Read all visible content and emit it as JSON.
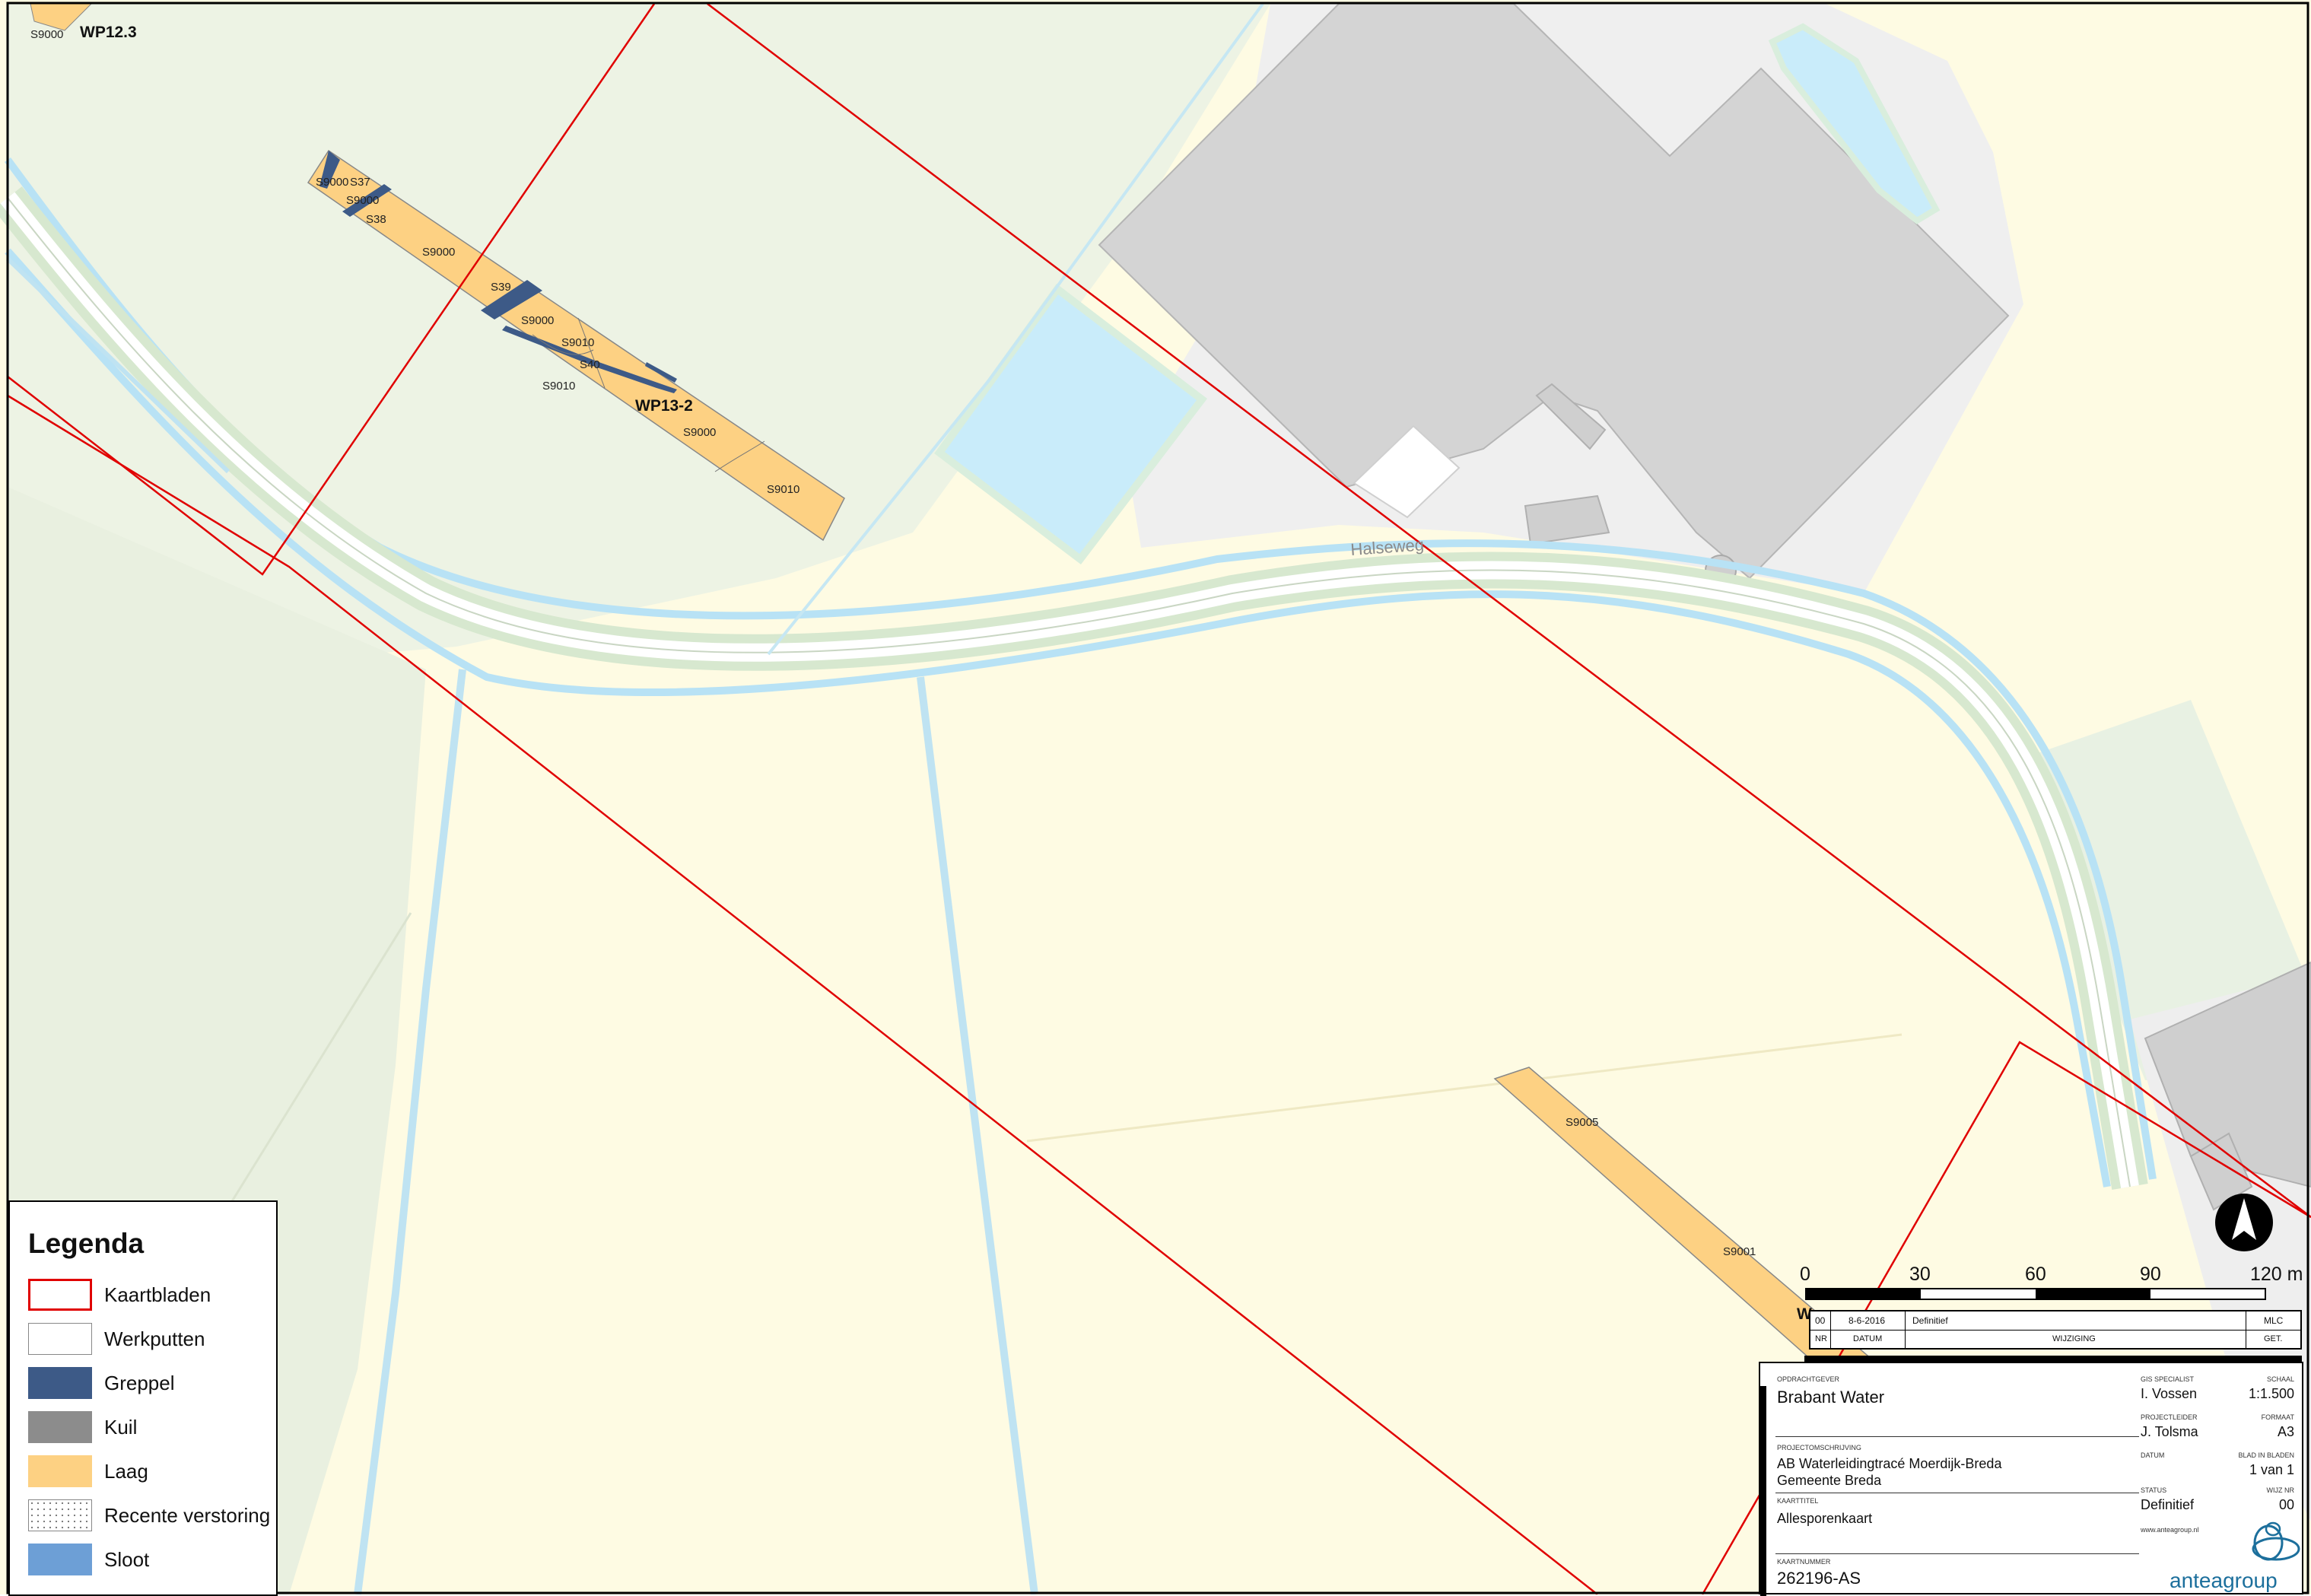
{
  "map": {
    "road_label": "Halseweg",
    "workpit_labels": [
      "WP12.3",
      "WP13-2",
      "W"
    ],
    "trace_labels": [
      "S9000",
      "S9000",
      "S37",
      "S9000",
      "S38",
      "S9000",
      "S39",
      "S9000",
      "S9010",
      "S40",
      "S9010",
      "S9000",
      "S9010",
      "S9005",
      "S9001"
    ]
  },
  "scale_bar": {
    "ticks": [
      "0",
      "30",
      "60",
      "90",
      "120 m"
    ]
  },
  "legend": {
    "title": "Legenda",
    "items": [
      {
        "label": "Kaartbladen",
        "fill": "#ffffff",
        "stroke": "#e00000"
      },
      {
        "label": "Werkputten",
        "fill": "#ffffff",
        "stroke": "#888888"
      },
      {
        "label": "Greppel",
        "fill": "#3d5a87",
        "stroke": "#3d5a87"
      },
      {
        "label": "Kuil",
        "fill": "#8c8c8c",
        "stroke": "#8c8c8c"
      },
      {
        "label": "Laag",
        "fill": "#fdd183",
        "stroke": "#fdd183"
      },
      {
        "label": "Recente verstoring",
        "fill": "dots",
        "stroke": "#888888"
      },
      {
        "label": "Sloot",
        "fill": "#6d9fd6",
        "stroke": "#6d9fd6"
      }
    ]
  },
  "revision": {
    "nr": "00",
    "datum": "8-6-2016",
    "wijziging": "Definitief",
    "get": "MLC",
    "headers": {
      "nr": "NR",
      "datum": "DATUM",
      "wijziging": "WIJZIGING",
      "get": "GET."
    }
  },
  "title_block": {
    "opdrachtgever_caption": "OPDRACHTGEVER",
    "opdrachtgever": "Brabant Water",
    "projectomschrijving_caption": "PROJECTOMSCHRIJVING",
    "project_line1": "AB Waterleidingtracé Moerdijk-Breda",
    "project_line2": "Gemeente Breda",
    "kaarttitel_caption": "KAARTTITEL",
    "kaarttitel": "Allesporenkaart",
    "kaartnummer_caption": "KAARTNUMMER",
    "kaartnummer": "262196-AS",
    "gis_caption": "GIS SPECIALIST",
    "gis": "I. Vossen",
    "schaal_caption": "SCHAAL",
    "schaal": "1:1.500",
    "projectleider_caption": "PROJECTLEIDER",
    "projectleider": "J. Tolsma",
    "formaat_caption": "FORMAAT",
    "formaat": "A3",
    "datum_caption": "DATUM",
    "blad_caption": "BLAD IN BLADEN",
    "blad": "1 van 1",
    "status_caption": "STATUS",
    "status": "Definitief",
    "wijz_caption": "WIJZ NR",
    "wijz": "00",
    "website": "www.anteagroup.nl",
    "logo_text": "anteagroup"
  }
}
